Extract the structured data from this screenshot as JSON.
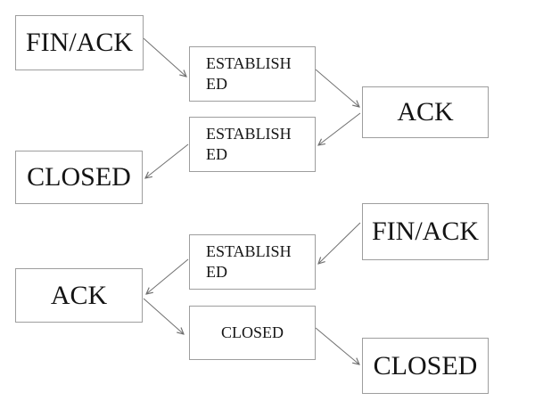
{
  "diagram": {
    "description": "TCP connection state flow diagram with two sequences of packet states",
    "nodes": [
      {
        "id": "fin-ack-top-left",
        "label": "FIN/ACK",
        "size": "large"
      },
      {
        "id": "established-upper",
        "label": "ESTABLISHED",
        "size": "small"
      },
      {
        "id": "ack-upper-right",
        "label": "ACK",
        "size": "large"
      },
      {
        "id": "established-middle",
        "label": "ESTABLISHED",
        "size": "small"
      },
      {
        "id": "closed-left",
        "label": "CLOSED",
        "size": "large"
      },
      {
        "id": "fin-ack-lower-right",
        "label": "FIN/ACK",
        "size": "large"
      },
      {
        "id": "established-lower",
        "label": "ESTABLISHED",
        "size": "small"
      },
      {
        "id": "ack-lower-left",
        "label": "ACK",
        "size": "large"
      },
      {
        "id": "closed-middle",
        "label": "CLOSED",
        "size": "small"
      },
      {
        "id": "closed-bottom-right",
        "label": "CLOSED",
        "size": "large"
      }
    ],
    "edges": [
      {
        "from": "fin-ack-top-left",
        "to": "established-upper"
      },
      {
        "from": "established-upper",
        "to": "ack-upper-right"
      },
      {
        "from": "ack-upper-right",
        "to": "established-middle"
      },
      {
        "from": "established-middle",
        "to": "closed-left"
      },
      {
        "from": "fin-ack-lower-right",
        "to": "established-lower"
      },
      {
        "from": "established-lower",
        "to": "ack-lower-left"
      },
      {
        "from": "ack-lower-left",
        "to": "closed-middle"
      },
      {
        "from": "closed-middle",
        "to": "closed-bottom-right"
      }
    ],
    "colors": {
      "background": "#ffffff",
      "box_fill": "#ffffff",
      "box_border": "#9e9e9e",
      "arrow_line": "#707070",
      "text": "#141414"
    }
  }
}
